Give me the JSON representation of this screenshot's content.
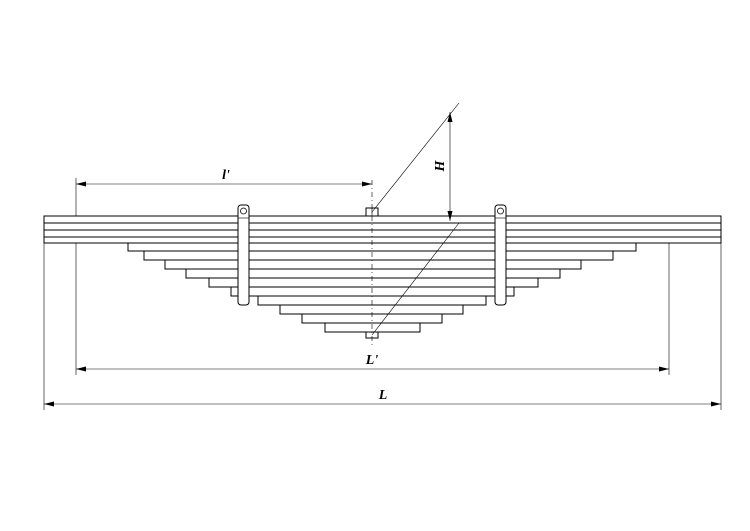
{
  "diagram": {
    "subject": "leaf-spring",
    "labels": {
      "half_length": "l'",
      "height": "H",
      "working_length": "L'",
      "total_length": "L"
    },
    "leaf_count": 14,
    "clip_count": 2,
    "colors": {
      "line": "#000000",
      "background": "#ffffff"
    }
  }
}
